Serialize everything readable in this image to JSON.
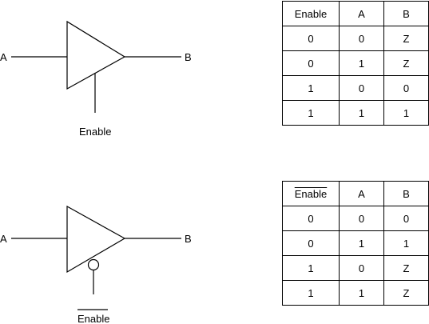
{
  "buffer_top": {
    "input_label": "A",
    "output_label": "B",
    "control_label": "Enable"
  },
  "buffer_bottom": {
    "input_label": "A",
    "output_label": "B",
    "control_label": "Enable"
  },
  "table_top": {
    "headers": [
      "Enable",
      "A",
      "B"
    ],
    "rows": [
      [
        "0",
        "0",
        "Z"
      ],
      [
        "0",
        "1",
        "Z"
      ],
      [
        "1",
        "0",
        "0"
      ],
      [
        "1",
        "1",
        "1"
      ]
    ]
  },
  "table_bottom": {
    "headers": [
      "Enable",
      "A",
      "B"
    ],
    "rows": [
      [
        "0",
        "0",
        "0"
      ],
      [
        "0",
        "1",
        "1"
      ],
      [
        "1",
        "0",
        "Z"
      ],
      [
        "1",
        "1",
        "Z"
      ]
    ]
  }
}
